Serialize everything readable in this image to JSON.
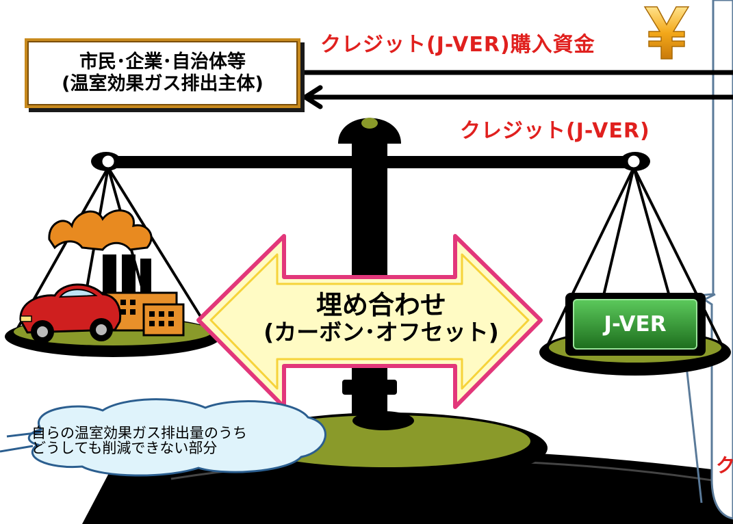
{
  "entity": {
    "line1": "市民･企業･自治体等",
    "line2": "(温室効果ガス排出主体)"
  },
  "arrows": {
    "funds_label": "クレジット(J-VER)購入資金",
    "credit_label": "クレジット(J-VER)"
  },
  "center": {
    "line1": "埋め合わせ",
    "line2": "(カーボン･オフセット)"
  },
  "right_pan": {
    "credit_label": "J-VER"
  },
  "cloud": {
    "line1": "自らの温室効果ガス排出量のうち",
    "line2": "どうしても削減できない部分"
  },
  "icons": [
    "yen-icon",
    "factory-icon",
    "car-icon",
    "scale-icon"
  ],
  "colors": {
    "red_text": "#e0201e",
    "gold": "#e8a21a",
    "olive": "#8a9a2a",
    "green_badge": "#2e8b2e",
    "callout_border": "#5a7a99"
  }
}
